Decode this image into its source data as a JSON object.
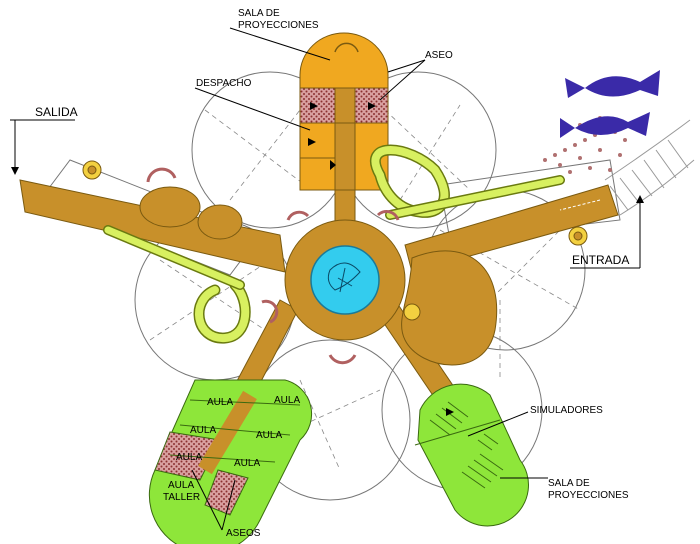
{
  "labels": {
    "sala_proyecciones_top_1": "SALA DE",
    "sala_proyecciones_top_2": "PROYECCIONES",
    "aseo": "ASEO",
    "despacho": "DESPACHO",
    "salida": "SALIDA",
    "entrada": "ENTRADA",
    "simuladores": "SIMULADORES",
    "sala_proyecciones_bottom_1": "SALA DE",
    "sala_proyecciones_bottom_2": "PROYECCIONES",
    "aseos": "ASEOS",
    "aula_taller_1": "AULA",
    "aula_taller_2": "TALLER",
    "aulas": [
      "AULA",
      "AULA",
      "AULA",
      "AULA",
      "AULA",
      "AULA"
    ]
  },
  "colors": {
    "corridor": "#c8902a",
    "orange_room": "#f0a820",
    "green_room": "#8ee63a",
    "ramp": "#d8f060",
    "pool": "#33ccee",
    "hatch": "#c07070",
    "fish": "#3a2aa8"
  }
}
